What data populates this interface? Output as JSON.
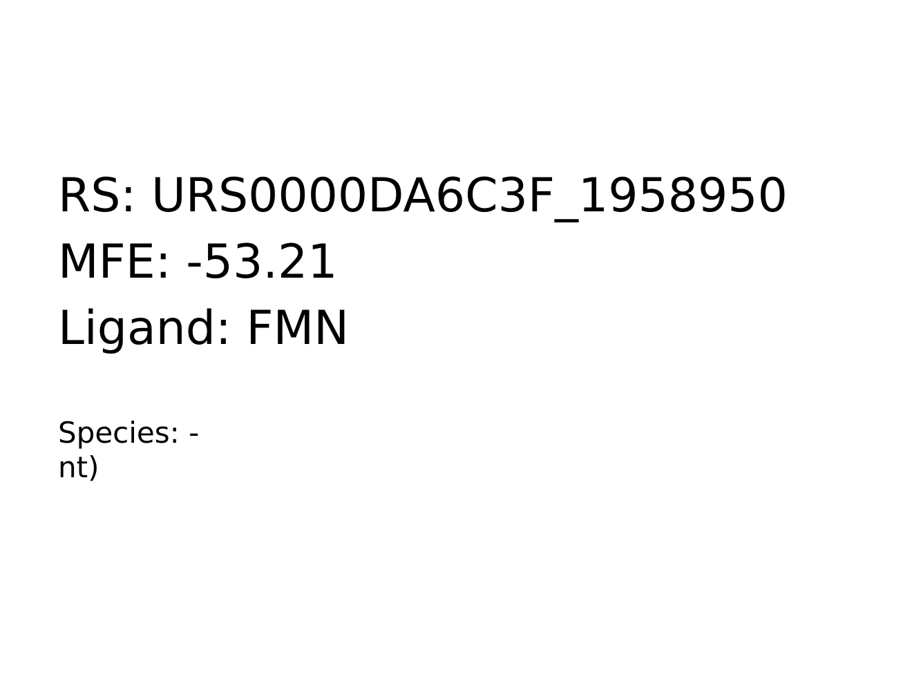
{
  "info": {
    "rs_line": "RS: URS0000DA6C3F_1958950",
    "mfe_line": "MFE: -53.21",
    "ligand_line": "Ligand: FMN",
    "species_line": "Species: -",
    "length_line": "nt)"
  },
  "colors": {
    "background": "#ffffff",
    "text": "#000000"
  }
}
